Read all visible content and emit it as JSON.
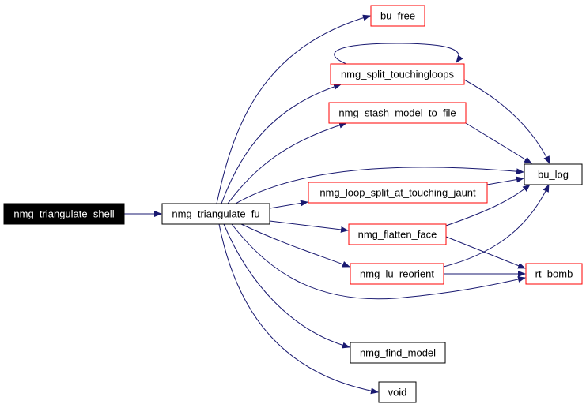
{
  "colors": {
    "edge": "#191970",
    "root_fill": "#000000",
    "root_text": "#ffffff",
    "link_border": "#ff0000",
    "plain_border": "#000000",
    "text": "#000000"
  },
  "nodes": [
    {
      "id": "nmg_triangulate_shell",
      "label": "nmg_triangulate_shell",
      "style": "root"
    },
    {
      "id": "nmg_triangulate_fu",
      "label": "nmg_triangulate_fu",
      "style": "plain"
    },
    {
      "id": "bu_free",
      "label": "bu_free",
      "style": "link"
    },
    {
      "id": "nmg_split_touchingloops",
      "label": "nmg_split_touchingloops",
      "style": "link"
    },
    {
      "id": "nmg_stash_model_to_file",
      "label": "nmg_stash_model_to_file",
      "style": "link"
    },
    {
      "id": "bu_log",
      "label": "bu_log",
      "style": "plain"
    },
    {
      "id": "nmg_loop_split_at_touching_jaunt",
      "label": "nmg_loop_split_at_touching_jaunt",
      "style": "link"
    },
    {
      "id": "nmg_flatten_face",
      "label": "nmg_flatten_face",
      "style": "link"
    },
    {
      "id": "nmg_lu_reorient",
      "label": "nmg_lu_reorient",
      "style": "link"
    },
    {
      "id": "rt_bomb",
      "label": "rt_bomb",
      "style": "link"
    },
    {
      "id": "nmg_find_model",
      "label": "nmg_find_model",
      "style": "plain"
    },
    {
      "id": "void",
      "label": "void",
      "style": "plain"
    }
  ],
  "edges": [
    {
      "from": "nmg_triangulate_shell",
      "to": "nmg_triangulate_fu"
    },
    {
      "from": "nmg_triangulate_fu",
      "to": "bu_free"
    },
    {
      "from": "nmg_triangulate_fu",
      "to": "nmg_split_touchingloops"
    },
    {
      "from": "nmg_triangulate_fu",
      "to": "nmg_stash_model_to_file"
    },
    {
      "from": "nmg_triangulate_fu",
      "to": "bu_log"
    },
    {
      "from": "nmg_triangulate_fu",
      "to": "nmg_loop_split_at_touching_jaunt"
    },
    {
      "from": "nmg_triangulate_fu",
      "to": "nmg_flatten_face"
    },
    {
      "from": "nmg_triangulate_fu",
      "to": "nmg_lu_reorient"
    },
    {
      "from": "nmg_triangulate_fu",
      "to": "rt_bomb"
    },
    {
      "from": "nmg_triangulate_fu",
      "to": "nmg_find_model"
    },
    {
      "from": "nmg_triangulate_fu",
      "to": "void"
    },
    {
      "from": "nmg_split_touchingloops",
      "to": "nmg_split_touchingloops"
    },
    {
      "from": "nmg_split_touchingloops",
      "to": "bu_log"
    },
    {
      "from": "nmg_stash_model_to_file",
      "to": "bu_log"
    },
    {
      "from": "nmg_loop_split_at_touching_jaunt",
      "to": "bu_log"
    },
    {
      "from": "nmg_flatten_face",
      "to": "bu_log"
    },
    {
      "from": "nmg_flatten_face",
      "to": "rt_bomb"
    },
    {
      "from": "nmg_lu_reorient",
      "to": "bu_log"
    },
    {
      "from": "nmg_lu_reorient",
      "to": "rt_bomb"
    }
  ]
}
